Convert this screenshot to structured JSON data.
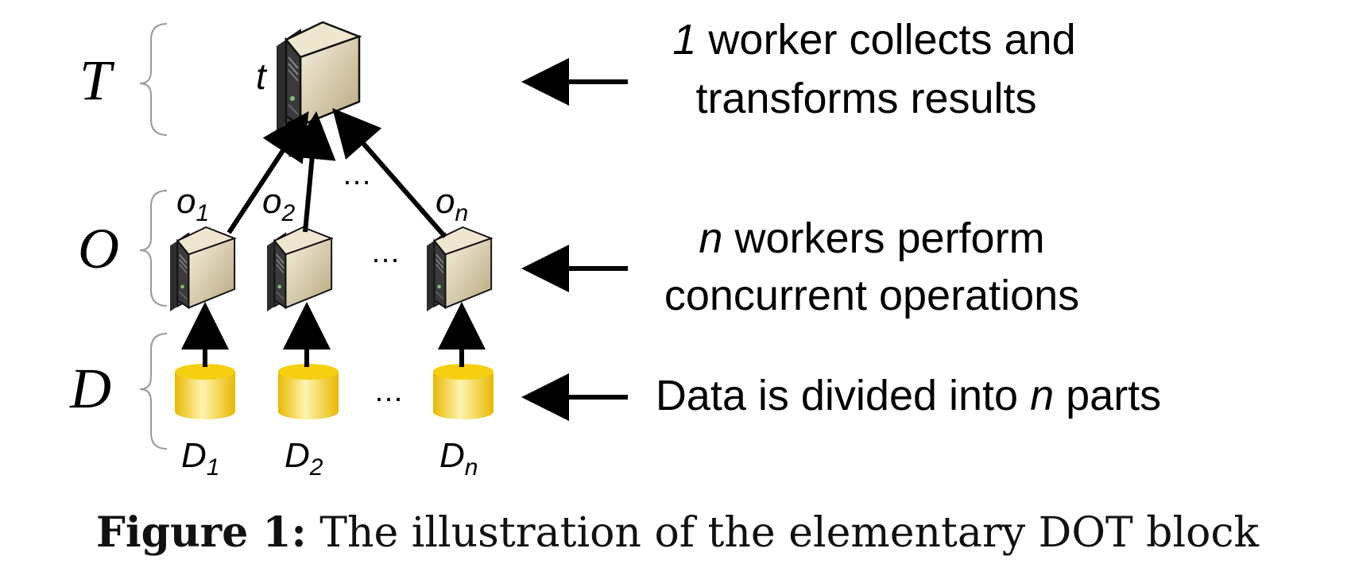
{
  "levels": {
    "T": "T",
    "O": "O",
    "D": "D"
  },
  "nodes": {
    "top": "t",
    "workers": [
      {
        "label": "o",
        "sub": "1"
      },
      {
        "label": "o",
        "sub": "2"
      },
      {
        "label": "o",
        "sub": "n"
      }
    ],
    "data": [
      {
        "label": "D",
        "sub": "1"
      },
      {
        "label": "D",
        "sub": "2"
      },
      {
        "label": "D",
        "sub": "n"
      }
    ],
    "ellipsis": "…"
  },
  "descriptions": {
    "t_line1_em": "1",
    "t_line1_rest": " worker collects and",
    "t_line2": "transforms results",
    "o_line1_em": "n",
    "o_line1_rest": " workers perform",
    "o_line2": "concurrent operations",
    "d_line_pre": "Data is divided into ",
    "d_line_em": "n",
    "d_line_post": " parts"
  },
  "caption": {
    "label": "Figure 1:",
    "text": " The illustration of the elementary DOT block"
  },
  "colors": {
    "server_light": "#f2ead8",
    "server_mid": "#cdbf9c",
    "server_dark": "#8a7d5e",
    "server_front": "#3a3a3a",
    "cylinder_top": "#f7d21a",
    "cylinder_body_light": "#fff4b0",
    "cylinder_body_dark": "#e8b800"
  },
  "icons": [
    "server-icon",
    "database-cylinder-icon",
    "arrow-left-icon",
    "brace-icon"
  ]
}
